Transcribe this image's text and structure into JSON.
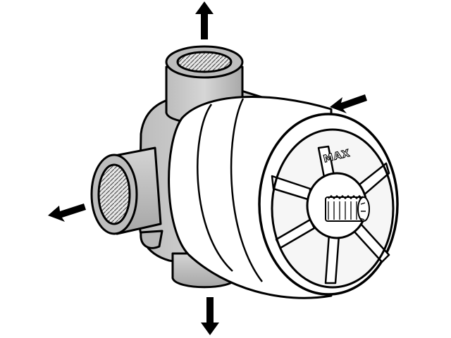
{
  "diagram": {
    "engraved_label": "MAX",
    "flow_arrows": [
      {
        "id": "top",
        "direction": "out"
      },
      {
        "id": "right",
        "direction": "in"
      },
      {
        "id": "left",
        "direction": "out"
      },
      {
        "id": "bottom",
        "direction": "out"
      }
    ],
    "colors": {
      "line": "#000000",
      "body_fill": "#c9c9c9",
      "body_shade": "#a9a9a9",
      "sleeve_fill": "#ffffff",
      "background": "#ffffff"
    }
  }
}
